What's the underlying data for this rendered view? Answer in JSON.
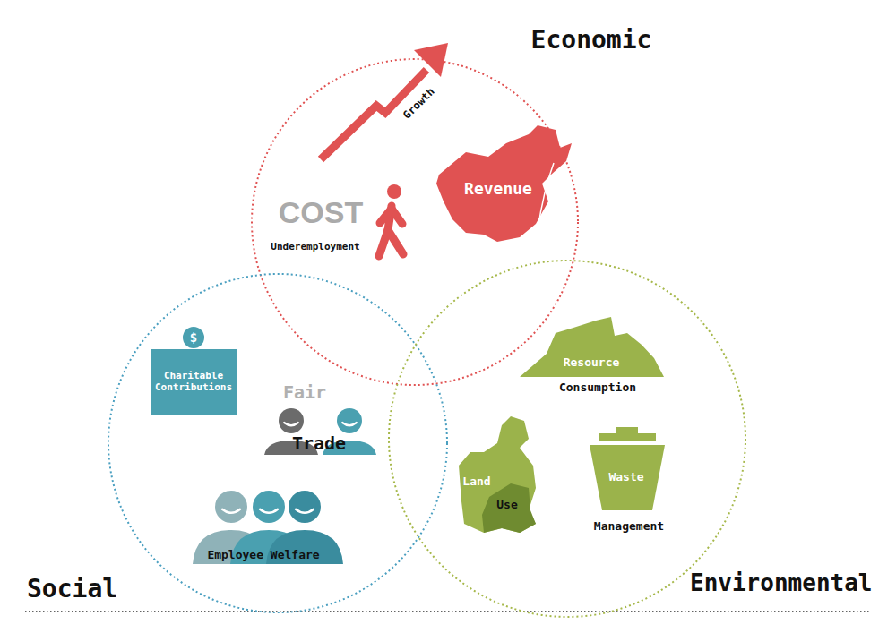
{
  "diagram": {
    "nodes": [
      {
        "text": [
          "Economic"
        ]
      },
      {
        "text": [
          "Growth"
        ],
        "in": 0
      },
      {
        "text": [
          "Revenue"
        ],
        "in": 0
      },
      {
        "text": [
          "Social"
        ]
      },
      {
        "text": [
          "$",
          "Charitable Contributions"
        ],
        "in": 3
      },
      {
        "text": [
          "Fair",
          "Trade"
        ],
        "in": 3
      },
      {
        "text": [
          "Employee Welfare"
        ],
        "in": 3
      },
      {
        "text": [
          "Environmental"
        ]
      },
      {
        "text": [
          "Resource",
          "Consumption"
        ],
        "in": 7
      },
      {
        "text": [
          "Land",
          "Use"
        ],
        "in": 7
      },
      {
        "text": [
          "Waste",
          "Management"
        ],
        "in": 7
      }
    ],
    "labels": [
      "COST",
      "Underemployment"
    ]
  }
}
